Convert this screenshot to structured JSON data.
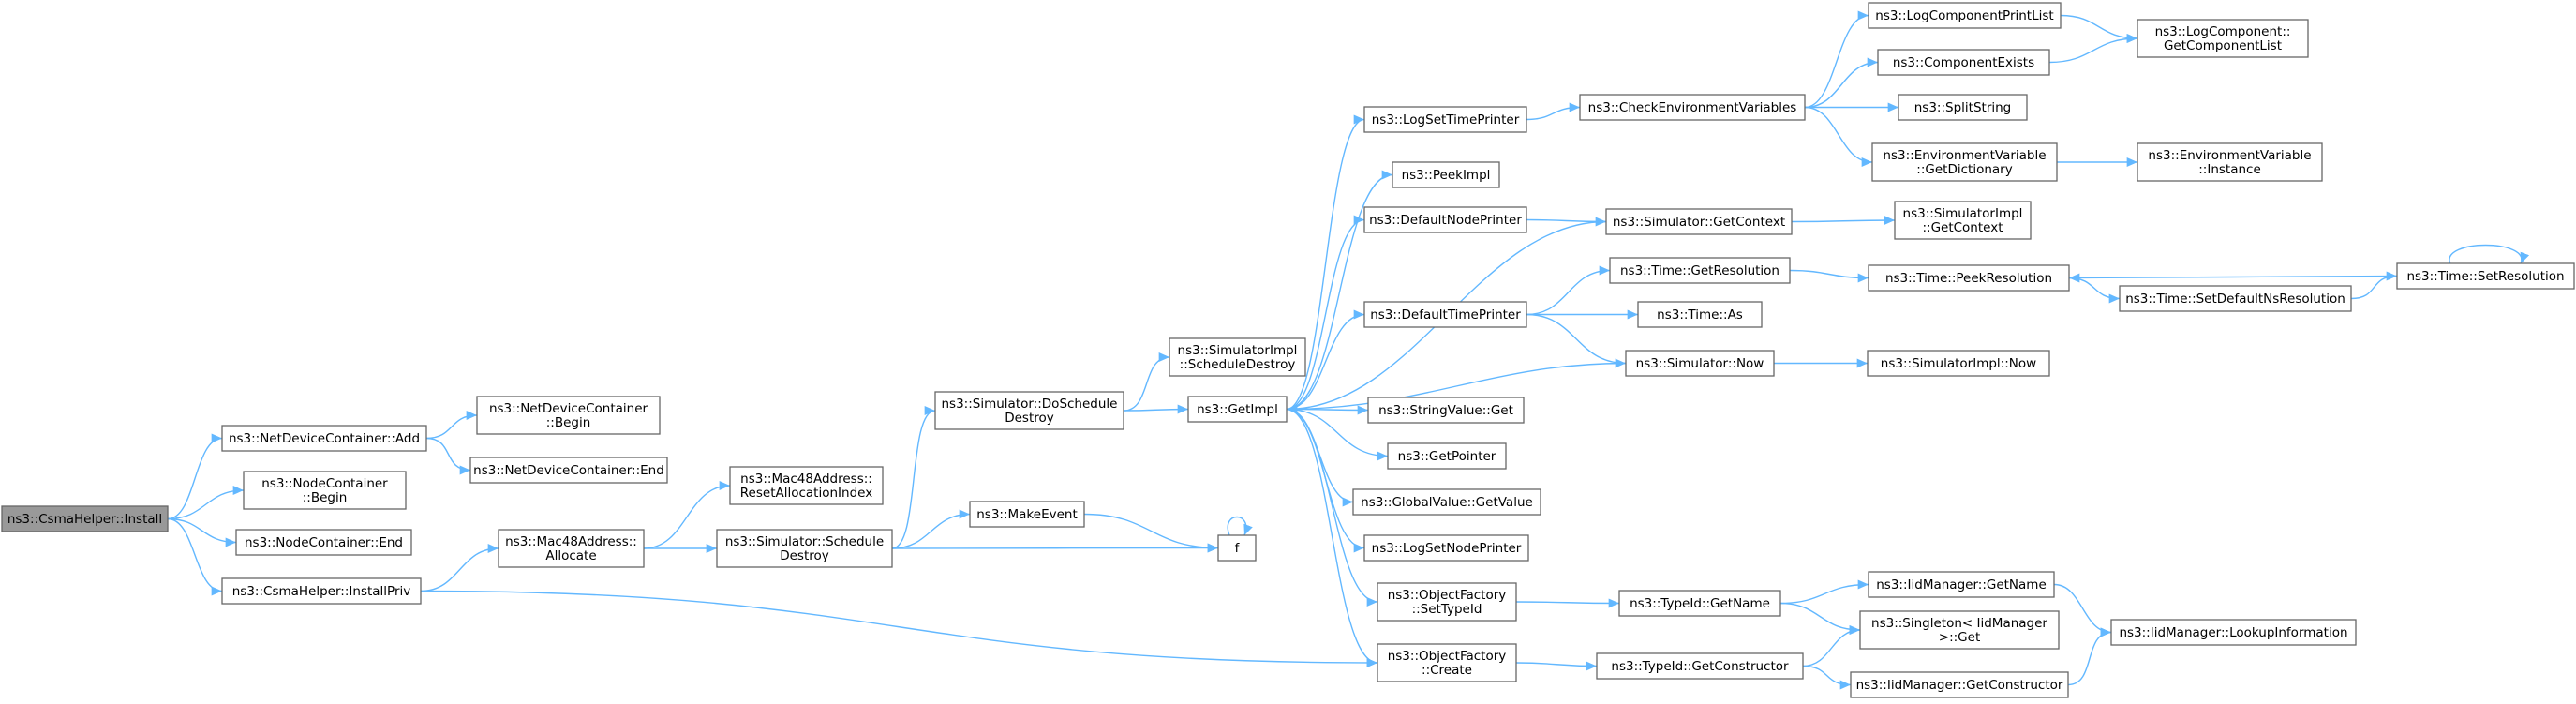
{
  "graph": {
    "colors": {
      "edge": "#63b8ff",
      "node_border": "#666666",
      "root_fill": "#999999",
      "node_fill": "#ffffff"
    },
    "nodes": [
      {
        "id": "install",
        "lines": [
          "ns3::CsmaHelper::Install"
        ],
        "root": true
      },
      {
        "id": "ndc_add",
        "lines": [
          "ns3::NetDeviceContainer::Add"
        ]
      },
      {
        "id": "nc_begin",
        "lines": [
          "ns3::NodeContainer",
          "::Begin"
        ]
      },
      {
        "id": "nc_end",
        "lines": [
          "ns3::NodeContainer::End"
        ]
      },
      {
        "id": "installpriv",
        "lines": [
          "ns3::CsmaHelper::InstallPriv"
        ]
      },
      {
        "id": "ndc_begin",
        "lines": [
          "ns3::NetDeviceContainer",
          "::Begin"
        ]
      },
      {
        "id": "ndc_end",
        "lines": [
          "ns3::NetDeviceContainer::End"
        ]
      },
      {
        "id": "mac_reset",
        "lines": [
          "ns3::Mac48Address::",
          "ResetAllocationIndex"
        ]
      },
      {
        "id": "mac_alloc",
        "lines": [
          "ns3::Mac48Address::",
          "Allocate"
        ]
      },
      {
        "id": "sim_sched",
        "lines": [
          "ns3::Simulator::Schedule",
          "Destroy"
        ]
      },
      {
        "id": "sim_dosched",
        "lines": [
          "ns3::Simulator::DoSchedule",
          "Destroy"
        ]
      },
      {
        "id": "makeevent",
        "lines": [
          "ns3::MakeEvent"
        ]
      },
      {
        "id": "f",
        "lines": [
          "f"
        ]
      },
      {
        "id": "simimpl_sched",
        "lines": [
          "ns3::SimulatorImpl",
          "::ScheduleDestroy"
        ]
      },
      {
        "id": "getimpl",
        "lines": [
          "ns3::GetImpl"
        ]
      },
      {
        "id": "logsettime",
        "lines": [
          "ns3::LogSetTimePrinter"
        ]
      },
      {
        "id": "peekimpl",
        "lines": [
          "ns3::PeekImpl"
        ]
      },
      {
        "id": "defnodeprinter",
        "lines": [
          "ns3::DefaultNodePrinter"
        ]
      },
      {
        "id": "deftimeprinter",
        "lines": [
          "ns3::DefaultTimePrinter"
        ]
      },
      {
        "id": "strvalget",
        "lines": [
          "ns3::StringValue::Get"
        ]
      },
      {
        "id": "getpointer",
        "lines": [
          "ns3::GetPointer"
        ]
      },
      {
        "id": "gvgetvalue",
        "lines": [
          "ns3::GlobalValue::GetValue"
        ]
      },
      {
        "id": "logsetnode",
        "lines": [
          "ns3::LogSetNodePrinter"
        ]
      },
      {
        "id": "of_settypeid",
        "lines": [
          "ns3::ObjectFactory",
          "::SetTypeId"
        ]
      },
      {
        "id": "of_create",
        "lines": [
          "ns3::ObjectFactory",
          "::Create"
        ]
      },
      {
        "id": "checkenv",
        "lines": [
          "ns3::CheckEnvironmentVariables"
        ]
      },
      {
        "id": "sim_getctx",
        "lines": [
          "ns3::Simulator::GetContext"
        ]
      },
      {
        "id": "time_getres",
        "lines": [
          "ns3::Time::GetResolution"
        ]
      },
      {
        "id": "time_as",
        "lines": [
          "ns3::Time::As"
        ]
      },
      {
        "id": "sim_now",
        "lines": [
          "ns3::Simulator::Now"
        ]
      },
      {
        "id": "typeid_getname",
        "lines": [
          "ns3::TypeId::GetName"
        ]
      },
      {
        "id": "typeid_getctor",
        "lines": [
          "ns3::TypeId::GetConstructor"
        ]
      },
      {
        "id": "logcompprint",
        "lines": [
          "ns3::LogComponentPrintList"
        ]
      },
      {
        "id": "compexists",
        "lines": [
          "ns3::ComponentExists"
        ]
      },
      {
        "id": "splitstring",
        "lines": [
          "ns3::SplitString"
        ]
      },
      {
        "id": "envvar_getdict",
        "lines": [
          "ns3::EnvironmentVariable",
          "::GetDictionary"
        ]
      },
      {
        "id": "simimpl_getctx",
        "lines": [
          "ns3::SimulatorImpl",
          "::GetContext"
        ]
      },
      {
        "id": "time_peekres",
        "lines": [
          "ns3::Time::PeekResolution"
        ]
      },
      {
        "id": "simimpl_now",
        "lines": [
          "ns3::SimulatorImpl::Now"
        ]
      },
      {
        "id": "iid_getname",
        "lines": [
          "ns3::IidManager::GetName"
        ]
      },
      {
        "id": "singleton_get",
        "lines": [
          "ns3::Singleton< IidManager",
          " >::Get"
        ]
      },
      {
        "id": "iid_getctor",
        "lines": [
          "ns3::IidManager::GetConstructor"
        ]
      },
      {
        "id": "logcomp_getlist",
        "lines": [
          "ns3::LogComponent::",
          "GetComponentList"
        ]
      },
      {
        "id": "envvar_instance",
        "lines": [
          "ns3::EnvironmentVariable",
          "::Instance"
        ]
      },
      {
        "id": "time_setdefns",
        "lines": [
          "ns3::Time::SetDefaultNsResolution"
        ]
      },
      {
        "id": "iid_lookup",
        "lines": [
          "ns3::IidManager::LookupInformation"
        ]
      },
      {
        "id": "time_setres",
        "lines": [
          "ns3::Time::SetResolution"
        ]
      }
    ],
    "edges": [
      [
        "install",
        "ndc_add"
      ],
      [
        "install",
        "nc_begin"
      ],
      [
        "install",
        "nc_end"
      ],
      [
        "install",
        "installpriv"
      ],
      [
        "ndc_add",
        "ndc_begin"
      ],
      [
        "ndc_add",
        "ndc_end"
      ],
      [
        "installpriv",
        "mac_alloc"
      ],
      [
        "installpriv",
        "of_create"
      ],
      [
        "mac_alloc",
        "mac_reset"
      ],
      [
        "mac_alloc",
        "sim_sched"
      ],
      [
        "sim_sched",
        "sim_dosched"
      ],
      [
        "sim_sched",
        "makeevent"
      ],
      [
        "sim_sched",
        "f"
      ],
      [
        "makeevent",
        "f"
      ],
      [
        "f",
        "f"
      ],
      [
        "sim_dosched",
        "simimpl_sched"
      ],
      [
        "sim_dosched",
        "getimpl"
      ],
      [
        "getimpl",
        "logsettime"
      ],
      [
        "getimpl",
        "peekimpl"
      ],
      [
        "getimpl",
        "defnodeprinter"
      ],
      [
        "getimpl",
        "deftimeprinter"
      ],
      [
        "getimpl",
        "strvalget"
      ],
      [
        "getimpl",
        "getpointer"
      ],
      [
        "getimpl",
        "gvgetvalue"
      ],
      [
        "getimpl",
        "logsetnode"
      ],
      [
        "getimpl",
        "of_settypeid"
      ],
      [
        "getimpl",
        "of_create"
      ],
      [
        "logsettime",
        "checkenv"
      ],
      [
        "defnodeprinter",
        "sim_getctx"
      ],
      [
        "deftimeprinter",
        "time_getres"
      ],
      [
        "deftimeprinter",
        "time_as"
      ],
      [
        "deftimeprinter",
        "sim_now"
      ],
      [
        "sim_getctx",
        "getimpl"
      ],
      [
        "sim_getctx",
        "simimpl_getctx"
      ],
      [
        "sim_now",
        "getimpl"
      ],
      [
        "sim_now",
        "simimpl_now"
      ],
      [
        "time_getres",
        "time_peekres"
      ],
      [
        "checkenv",
        "logcompprint"
      ],
      [
        "checkenv",
        "compexists"
      ],
      [
        "checkenv",
        "splitstring"
      ],
      [
        "checkenv",
        "envvar_getdict"
      ],
      [
        "logcompprint",
        "logcomp_getlist"
      ],
      [
        "compexists",
        "logcomp_getlist"
      ],
      [
        "envvar_getdict",
        "envvar_instance"
      ],
      [
        "time_peekres",
        "time_setdefns"
      ],
      [
        "time_setdefns",
        "time_setres"
      ],
      [
        "time_setres",
        "time_peekres"
      ],
      [
        "time_setres",
        "time_setres"
      ],
      [
        "of_settypeid",
        "typeid_getname"
      ],
      [
        "of_create",
        "typeid_getctor"
      ],
      [
        "typeid_getname",
        "iid_getname"
      ],
      [
        "typeid_getname",
        "singleton_get"
      ],
      [
        "typeid_getctor",
        "singleton_get"
      ],
      [
        "typeid_getctor",
        "iid_getctor"
      ],
      [
        "iid_getname",
        "iid_lookup"
      ],
      [
        "iid_getctor",
        "iid_lookup"
      ]
    ]
  }
}
